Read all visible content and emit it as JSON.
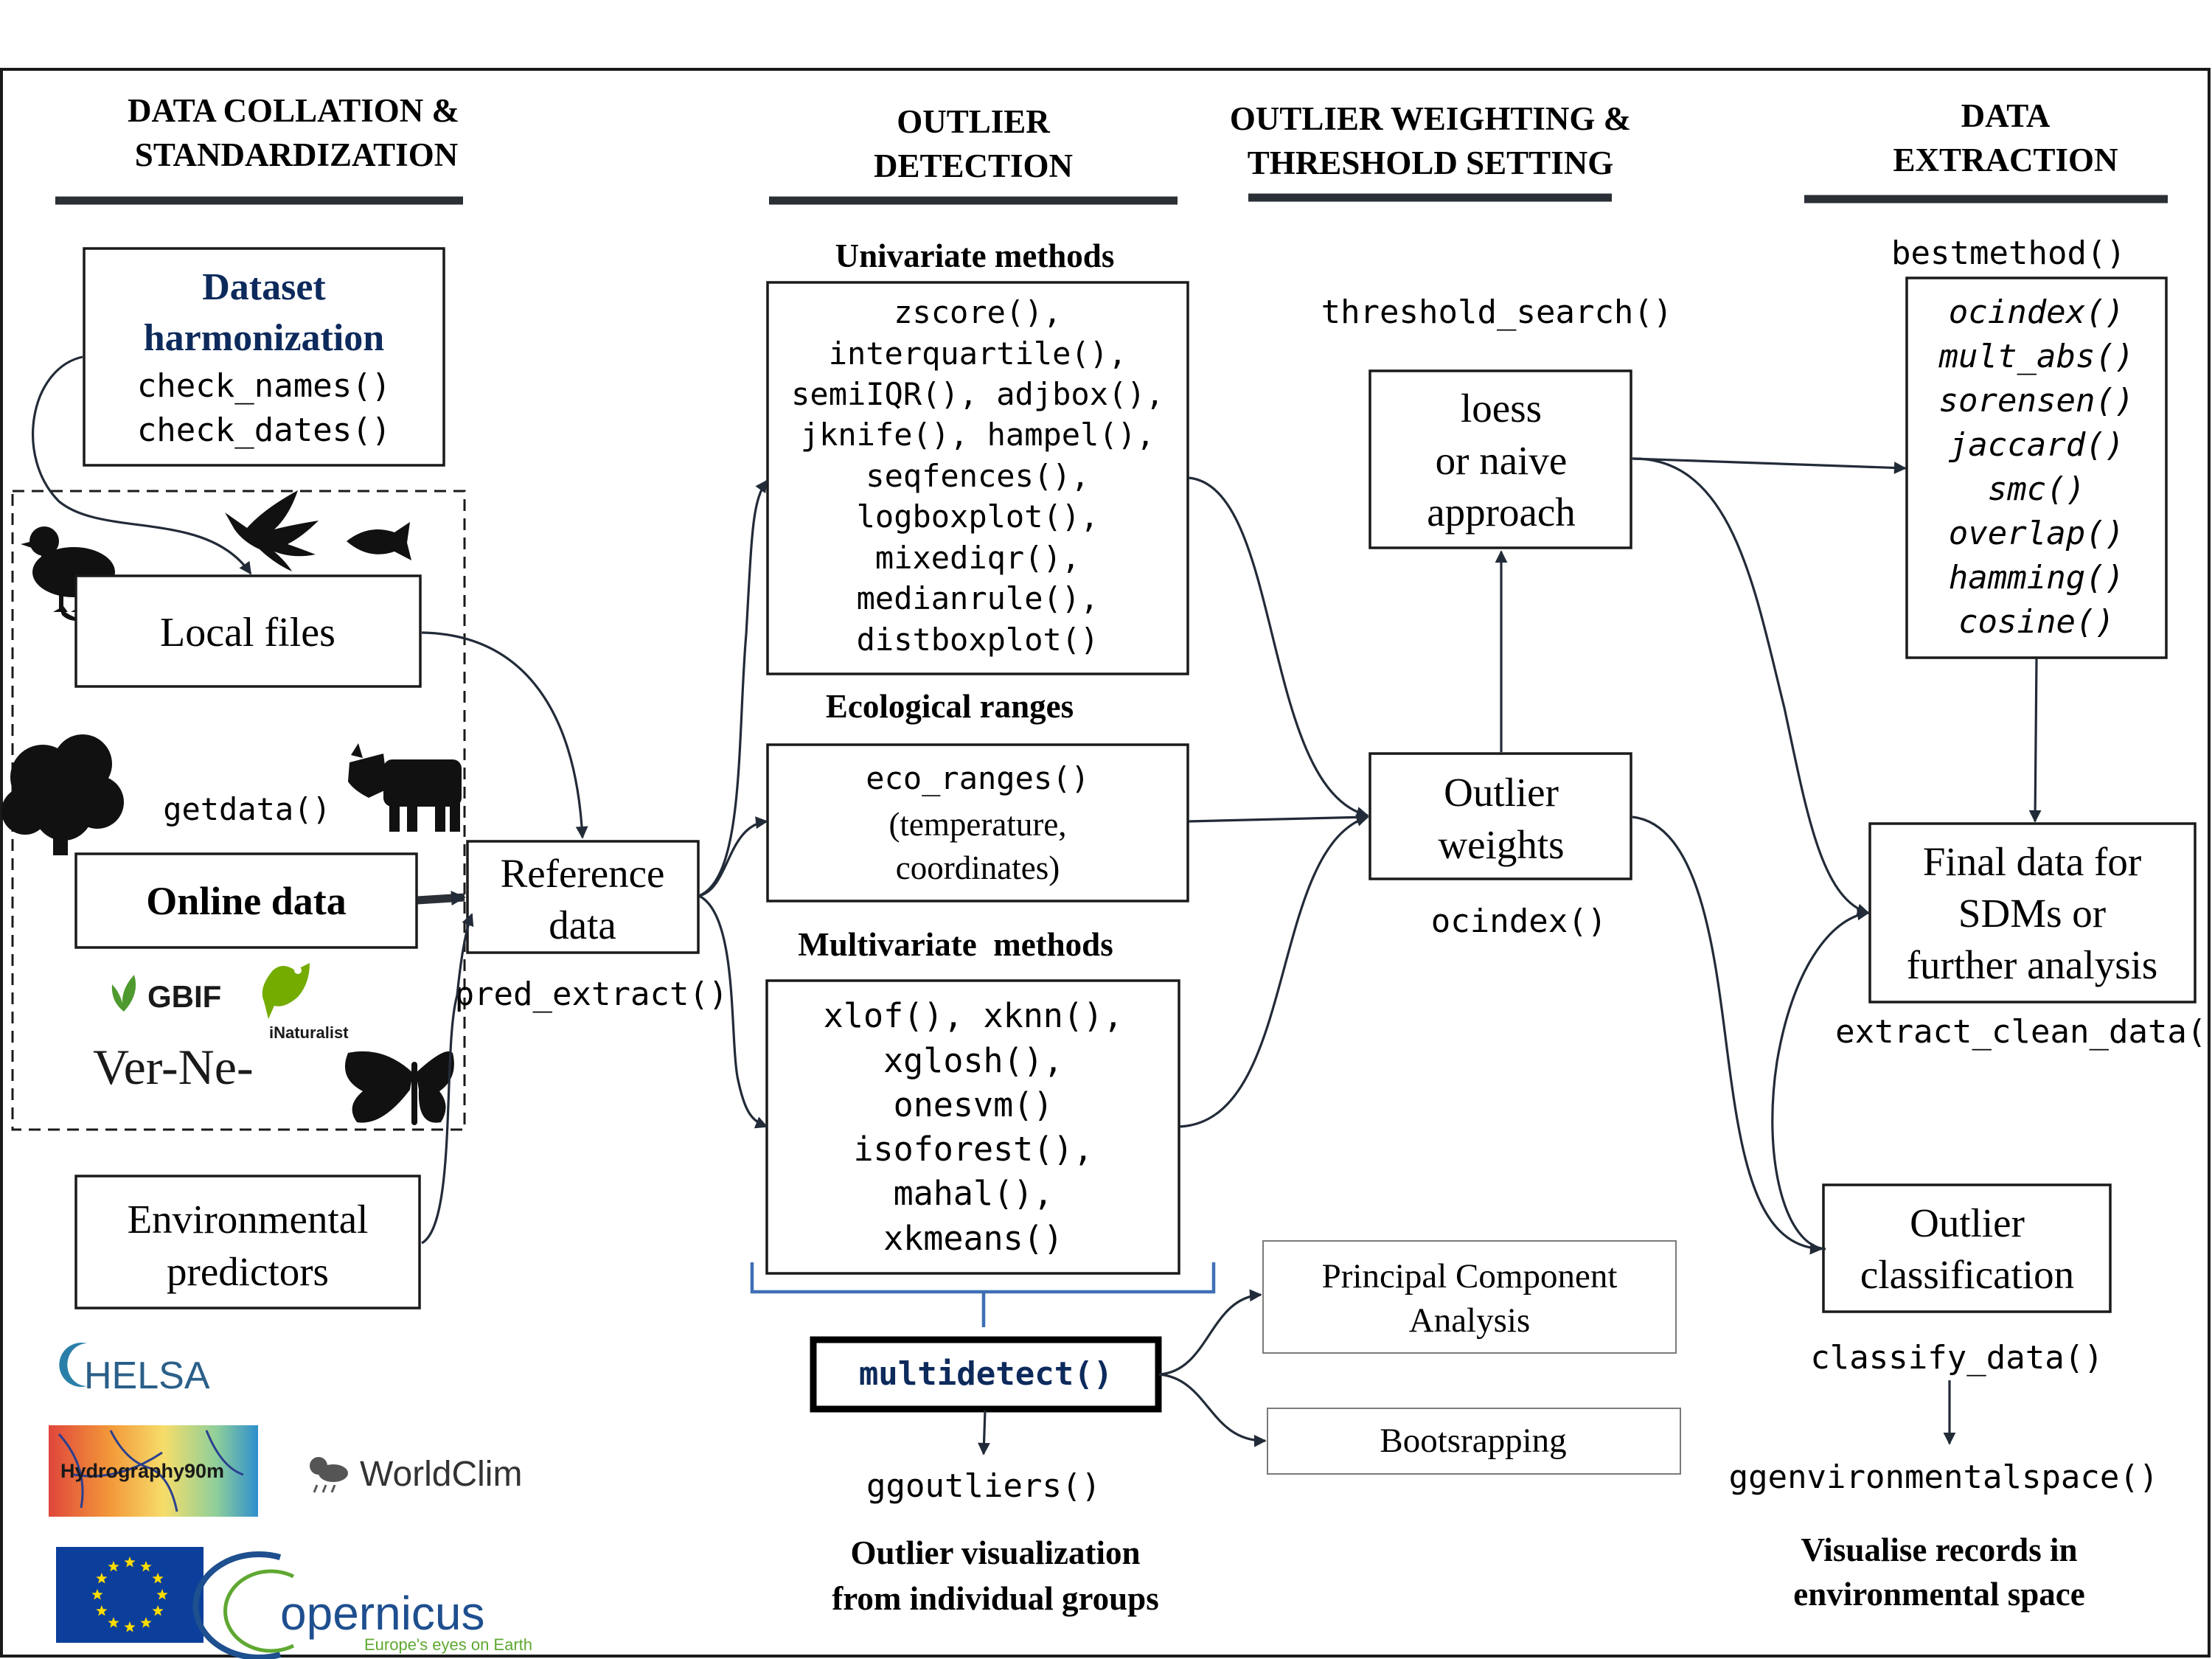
{
  "headers": {
    "collation": [
      "DATA COLLATION &",
      "STANDARDIZATION"
    ],
    "detection": [
      "OUTLIER",
      "DETECTION"
    ],
    "weighting": [
      "OUTLIER WEIGHTING &",
      "THRESHOLD SETTING"
    ],
    "extraction": [
      "DATA",
      "EXTRACTION"
    ]
  },
  "harmonization": {
    "title": [
      "Dataset",
      "harmonization"
    ],
    "functions": [
      "check_names()",
      "check_dates()"
    ]
  },
  "local_files": "Local files",
  "getdata": "getdata()",
  "online_data": "Online data",
  "environmental_predictors": [
    "Environmental",
    "predictors"
  ],
  "reference_data": [
    "Reference",
    "data"
  ],
  "pred_extract": "pred_extract()",
  "univariate": {
    "title": "Univariate methods",
    "functions": [
      "zscore(),",
      "interquartile(),",
      "semiIQR(), adjbox(),",
      "jknife(), hampel(),",
      "seqfences(),",
      "logboxplot(),",
      "mixediqr(),",
      "medianrule(),",
      "distboxplot()"
    ]
  },
  "ecological": {
    "title": "Ecological ranges",
    "function": "eco_ranges()",
    "detail": [
      "(temperature,",
      "coordinates)"
    ]
  },
  "multivariate": {
    "title": "Multivariate  methods",
    "functions": [
      "xlof(), xknn(),",
      "xglosh(),",
      "onesvm()",
      "isoforest(),",
      "mahal(),",
      "xkmeans()"
    ]
  },
  "multidetect": "multidetect()",
  "ggoutliers": "ggoutliers()",
  "outlier_visualization": [
    "Outlier visualization",
    "from individual groups"
  ],
  "pca": [
    "Principal Component",
    "Analysis"
  ],
  "bootstrapping": "Bootsrapping",
  "threshold_search": "threshold_search()",
  "loess": [
    "loess",
    "or naive",
    "approach"
  ],
  "outlier_weights": [
    "Outlier",
    "weights"
  ],
  "ocindex": "ocindex()",
  "bestmethod": "bestmethod()",
  "similarity_functions": [
    "ocindex()",
    "mult_abs()",
    "sorensen()",
    "jaccard()",
    "smc()",
    "overlap()",
    "hamming()",
    "cosine()"
  ],
  "final_data": [
    "Final data for",
    "SDMs or",
    "further analysis"
  ],
  "extract_clean_data": "extract_clean_data()",
  "outlier_classification": [
    "Outlier",
    "classification"
  ],
  "classify_data": "classify_data()",
  "ggenvironmentalspace": "ggenvironmentalspace()",
  "visualise_records": [
    "Visualise records in",
    "environmental space"
  ],
  "logos": {
    "gbif": "GBIF",
    "inaturalist": "iNaturalist",
    "vertnet": "Ver-Ne-",
    "chelsa": "HELSA",
    "hydrography": "Hydrography90m",
    "worldclim": "WorldClim",
    "copernicus": "opernicus",
    "copernicus_tagline": "Europe's eyes on Earth"
  },
  "colors": {
    "harmonization_title": "#0d2a5c",
    "multidetect_text": "#0d2a5c",
    "brace": "#3f6fb5",
    "gbif_green": "#4e9a2e",
    "inat_green": "#74ac00",
    "chelsa_teal": "#2a7fa8",
    "eu_blue": "#0b3f9b",
    "eu_star": "#ffdd00",
    "copernicus_blue": "#1e4f8f",
    "copernicus_green": "#5fa832"
  }
}
